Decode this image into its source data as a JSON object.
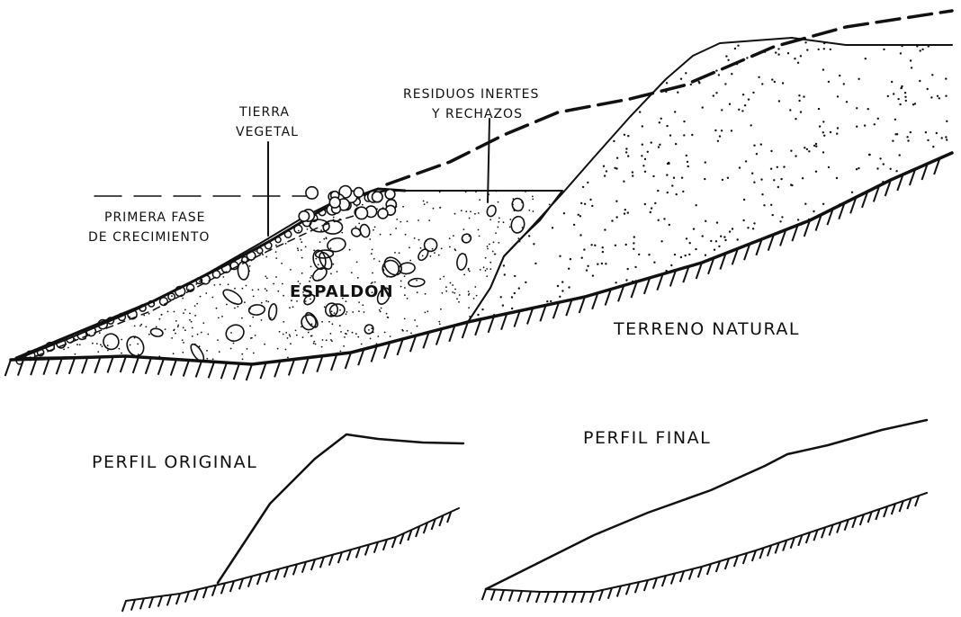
{
  "diagram": {
    "labels": {
      "tierra_vegetal_line1": "TIERRA",
      "tierra_vegetal_line2": "VEGETAL",
      "residuos_line1": "RESIDUOS INERTES",
      "residuos_line2": "Y RECHAZOS",
      "primera_fase_line1": "PRIMERA FASE",
      "primera_fase_line2": "DE CRECIMIENTO",
      "espaldon": "ESPALDÓN",
      "terreno_natural": "TERRENO NATURAL",
      "perfil_original": "PERFIL ORIGINAL",
      "perfil_final": "PERFIL FINAL"
    },
    "colors": {
      "ink": "#111111",
      "background": "#ffffff"
    }
  }
}
